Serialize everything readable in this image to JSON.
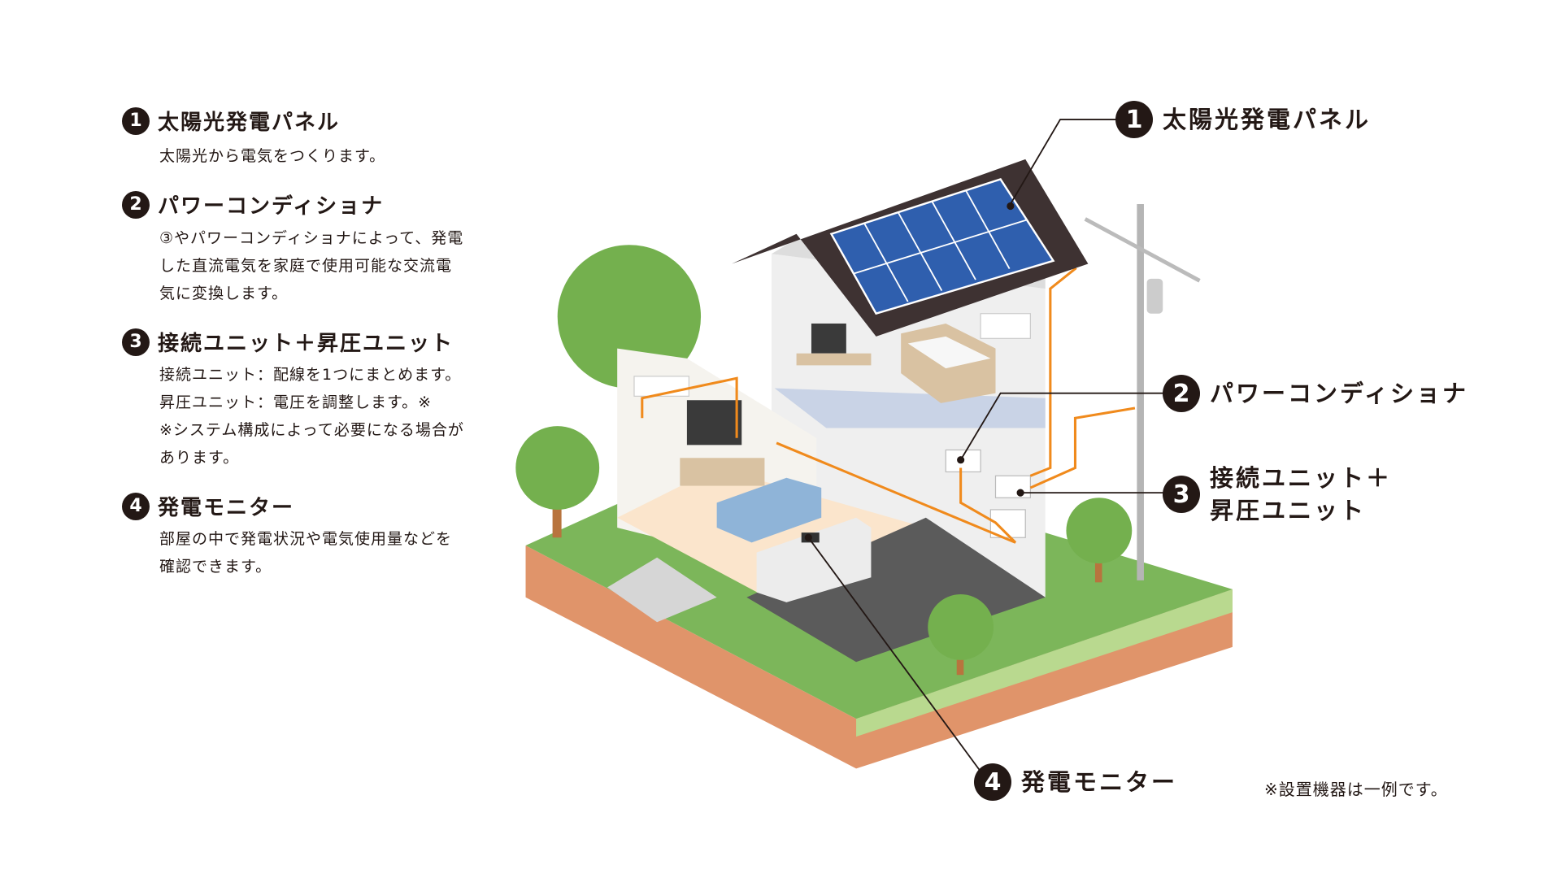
{
  "legend": [
    {
      "num": "1",
      "title": "太陽光発電パネル",
      "desc": "太陽光から電気をつくります。"
    },
    {
      "num": "2",
      "title": "パワーコンディショナ",
      "desc": "③やパワーコンディショナによって、発電\nした直流電気を家庭で使用可能な交流電\n気に変換します。"
    },
    {
      "num": "3",
      "title": "接続ユニット＋昇圧ユニット",
      "desc": "接続ユニット：配線を1つにまとめます。\n昇圧ユニット：電圧を調整します。※\n※システム構成によって必要になる場合が\nあります。"
    },
    {
      "num": "4",
      "title": "発電モニター",
      "desc": "部屋の中で発電状況や電気使用量などを\n確認できます。"
    }
  ],
  "callouts": [
    {
      "num": "1",
      "label": "太陽光発電パネル"
    },
    {
      "num": "2",
      "label": "パワーコンディショナ"
    },
    {
      "num": "3",
      "label": "接続ユニット＋\n昇圧ユニット"
    },
    {
      "num": "4",
      "label": "発電モニター"
    }
  ],
  "note": "※設置機器は一例です。",
  "colors": {
    "text": "#231815",
    "grass": "#7cb65a",
    "soil": "#e0946a",
    "roof": "#3e3232",
    "panel": "#2f5fae",
    "wire": "#f08a1c"
  }
}
